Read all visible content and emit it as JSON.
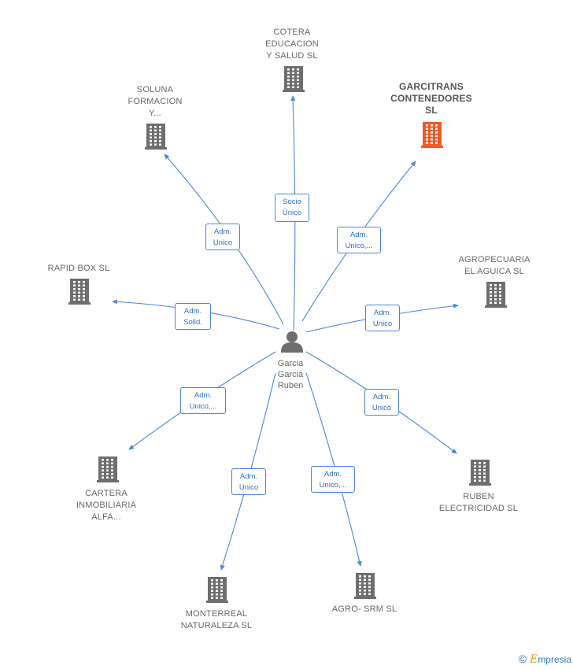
{
  "center": {
    "name": "Garcia\nGarcia\nRuben",
    "icon": "person-icon"
  },
  "colors": {
    "edge": "#4a86d6",
    "building_default": "#6e6e6e",
    "building_highlight": "#f05a28"
  },
  "companies": [
    {
      "id": "cotera",
      "name": "COTERA\nEDUCACION\nY SALUD  SL",
      "icon": "building-icon",
      "highlight": false,
      "edge_label": "Socio\nÚnico"
    },
    {
      "id": "garcitrans",
      "name": "GARCITRANS\nCONTENEDORES\nSL",
      "icon": "building-icon",
      "highlight": true,
      "edge_label": "Adm.\nUnico,..."
    },
    {
      "id": "soluna",
      "name": "SOLUNA\nFORMACION\nY...",
      "icon": "building-icon",
      "highlight": false,
      "edge_label": "Adm.\nUnico"
    },
    {
      "id": "rapidbox",
      "name": "RAPID BOX  SL",
      "icon": "building-icon",
      "highlight": false,
      "edge_label": "Adm.\nSolid."
    },
    {
      "id": "agropecuaria",
      "name": "AGROPECUARIA\nEL AGUICA  SL",
      "icon": "building-icon",
      "highlight": false,
      "edge_label": "Adm.\nUnico"
    },
    {
      "id": "cartera",
      "name": "CARTERA\nINMOBILIARIA\nALFA...",
      "icon": "building-icon",
      "highlight": false,
      "edge_label": "Adm.\nUnico,..."
    },
    {
      "id": "ruben",
      "name": "RUBEN\nELECTRICIDAD SL",
      "icon": "building-icon",
      "highlight": false,
      "edge_label": "Adm.\nUnico"
    },
    {
      "id": "monterreal",
      "name": "MONTERREAL\nNATURALEZA SL",
      "icon": "building-icon",
      "highlight": false,
      "edge_label": "Adm.\nUnico"
    },
    {
      "id": "agrosrm",
      "name": "AGRO- SRM SL",
      "icon": "building-icon",
      "highlight": false,
      "edge_label": "Adm.\nUnico,..."
    }
  ],
  "watermark": {
    "copyright": "©",
    "brand_initial": "E",
    "brand_rest": "mpresia"
  }
}
